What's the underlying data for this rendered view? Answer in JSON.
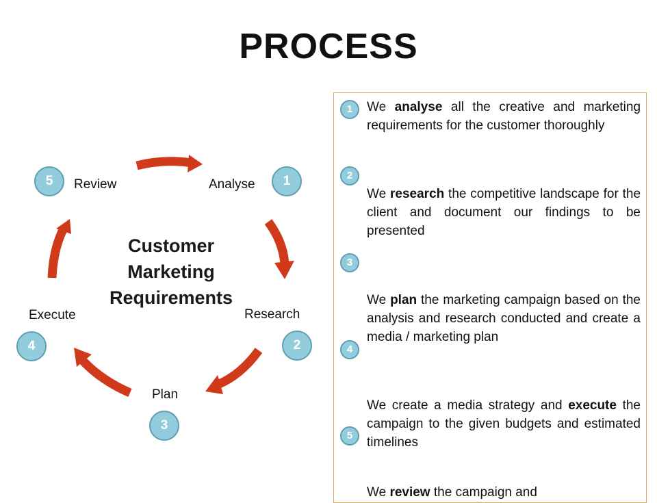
{
  "title": "PROCESS",
  "center_label": [
    "Customer",
    "Marketing",
    "Requirements"
  ],
  "colors": {
    "arrow": "#d03a1b",
    "badge_fill": "#93cddd",
    "badge_border": "#5e9fb0",
    "box_border": "#d4b06a"
  },
  "stages": [
    {
      "number": "1",
      "label": "Analyse"
    },
    {
      "number": "2",
      "label": "Research"
    },
    {
      "number": "3",
      "label": "Plan"
    },
    {
      "number": "4",
      "label": "Execute"
    },
    {
      "number": "5",
      "label": "Review"
    }
  ],
  "steps": [
    {
      "number": "1",
      "pre": "We ",
      "keyword": "analyse",
      "post": " all the creative and marketing requirements for the customer thoroughly"
    },
    {
      "number": "2",
      "pre": "We ",
      "keyword": "research",
      "post": " the competitive landscape for the client and document our findings to be presented"
    },
    {
      "number": "3",
      "pre": "We ",
      "keyword": "plan",
      "post": " the marketing campaign based on the analysis and research conducted and create a media / marketing plan"
    },
    {
      "number": "4",
      "pre": "We create a media strategy and ",
      "keyword": "execute",
      "post": " the campaign to the given budgets and estimated timelines"
    },
    {
      "number": "5",
      "pre": "We ",
      "keyword": "review",
      "post": " the campaign and"
    }
  ]
}
